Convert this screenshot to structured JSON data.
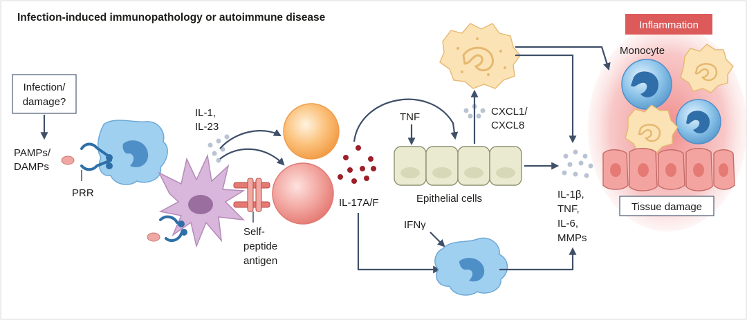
{
  "title": "Infection-induced immunopathology or autoimmune disease",
  "labels": {
    "infection_box": [
      "Infection/",
      "damage?"
    ],
    "pamps": [
      "PAMPs/",
      "DAMPs"
    ],
    "prr": "PRR",
    "il1_il23": [
      "IL-1,",
      "IL-23"
    ],
    "self_peptide": [
      "Self-",
      "peptide",
      "antigen"
    ],
    "il17": "IL-17A/F",
    "tnf": "TNF",
    "cxcl": [
      "CXCL1/",
      "CXCL8"
    ],
    "epithelial": "Epithelial cells",
    "ifng": "IFNγ",
    "cytokines_out": [
      "IL-1β,",
      "TNF,",
      "IL-6,",
      "MMPs"
    ],
    "inflammation": "Inflammation",
    "monocyte": "Monocyte",
    "tissue_damage": "Tissue damage"
  },
  "colors": {
    "arrow": "#3f4f69",
    "macrophage": "#9fd0ef",
    "dendritic": "#d9b6dc",
    "t_cell_orange": "#f7b46a",
    "t_cell_pink": "#f19a96",
    "neutrophil": "#fbe3b6",
    "epithelial": "#e9ead0",
    "inflammation_label": "#dc5a5a",
    "il17_dots": "#9c2029",
    "cytokine_dots": "#b9c3d2"
  }
}
